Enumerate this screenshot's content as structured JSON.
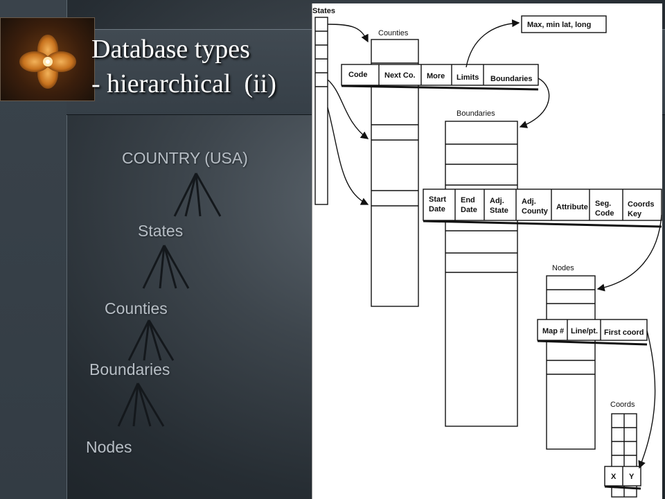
{
  "slide": {
    "title_line_1": "Database types",
    "title_line_2": "- hierarchical  (ii)",
    "logo_icon": "four-petal-flower-logo",
    "colors": {
      "background": "#2b333b",
      "title": "#ffffff",
      "tree_text": "#b7bec5",
      "logo": "#c8731e"
    }
  },
  "tree": {
    "nodes": [
      {
        "id": "country",
        "label": "COUNTRY (USA)"
      },
      {
        "id": "states",
        "label": "States"
      },
      {
        "id": "counties",
        "label": "Counties"
      },
      {
        "id": "boundaries",
        "label": "Boundaries"
      },
      {
        "id": "nodes",
        "label": "Nodes"
      }
    ]
  },
  "scan": {
    "states": {
      "label": "States"
    },
    "counties": {
      "label": "Counties",
      "fields": [
        "Code",
        "Next Co.",
        "More",
        "Limits",
        "Boundaries"
      ]
    },
    "max_min": {
      "label": "Max, min lat, long"
    },
    "boundaries": {
      "label": "Boundaries",
      "fields": [
        "Start\nDate",
        "End\nDate",
        "Adj.\nState",
        "Adj.\nCounty",
        "Attribute",
        "Seg.\nCode",
        "Coords\nKey"
      ]
    },
    "nodes": {
      "label": "Nodes",
      "fields": [
        "Map #",
        "Line/pt.",
        "First coord"
      ]
    },
    "coords": {
      "label": "Coords",
      "fields": [
        "X",
        "Y"
      ]
    }
  }
}
